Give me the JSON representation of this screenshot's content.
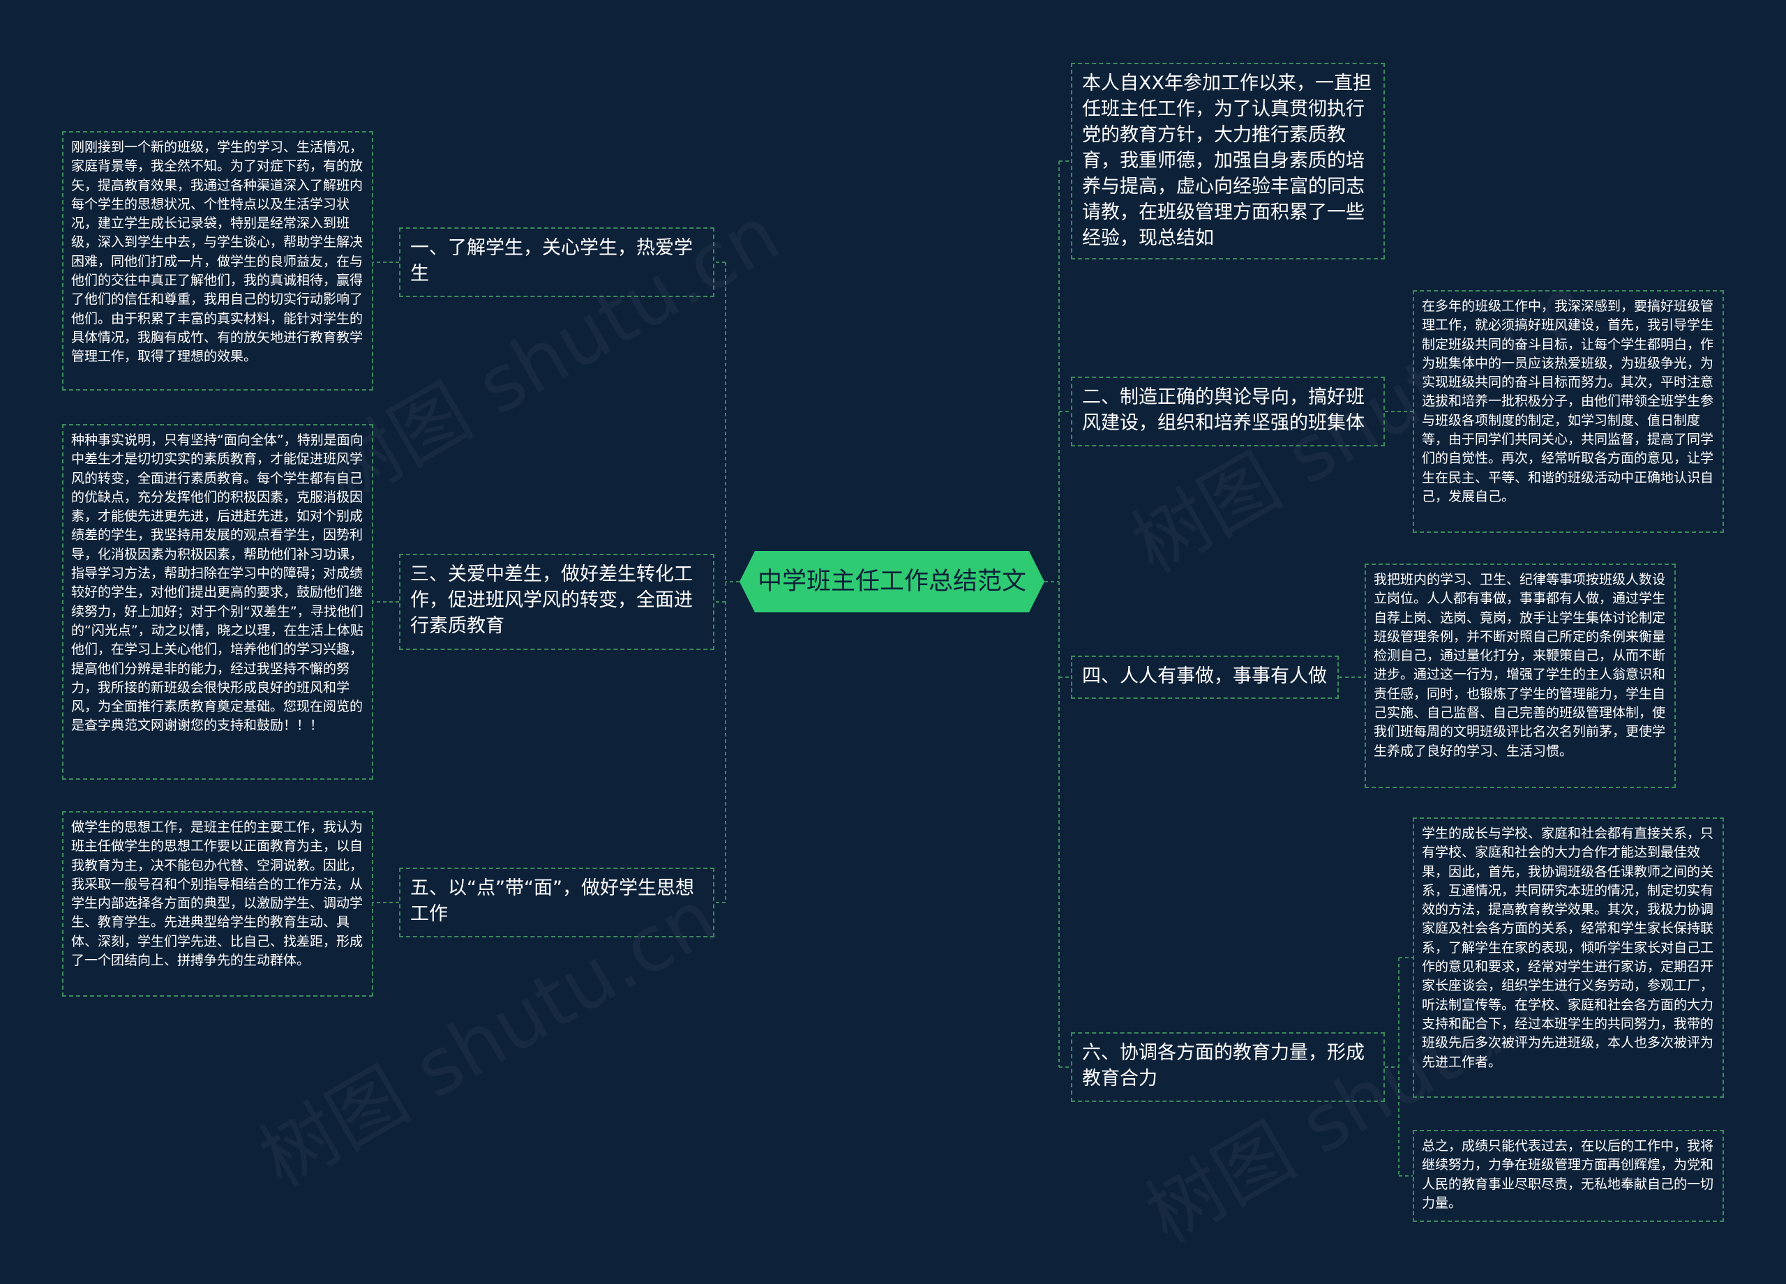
{
  "root": {
    "title": "中学班主任工作总结范文"
  },
  "branches": {
    "b1": "一、了解学生，关心学生，热爱学生",
    "b3": "三、关爱中差生，做好差生转化工作，促进班风学风的转变，全面进行素质教育",
    "b5": "五、以“点”带“面”，做好学生思想工作",
    "intro": "本人自XX年参加工作以来，一直担任班主任工作，为了认真贯彻执行党的教育方针，大力推行素质教育，我重师德，加强自身素质的培养与提高，虚心向经验丰富的同志请教，在班级管理方面积累了一些经验，现总结如",
    "b2": "二、制造正确的舆论导向，搞好班风建设，组织和培养坚强的班集体",
    "b4": "四、人人有事做，事事有人做",
    "b6": "六、协调各方面的教育力量，形成教育合力"
  },
  "leaves": {
    "l1": "刚刚接到一个新的班级，学生的学习、生活情况，家庭背景等，我全然不知。为了对症下药，有的放矢，提高教育效果，我通过各种渠道深入了解班内每个学生的思想状况、个性特点以及生活学习状况，建立学生成长记录袋，特别是经常深入到班级，深入到学生中去，与学生谈心，帮助学生解决困难，同他们打成一片，做学生的良师益友，在与他们的交往中真正了解他们，我的真诚相待，赢得了他们的信任和尊重，我用自己的切实行动影响了他们。由于积累了丰富的真实材料，能针对学生的具体情况，我胸有成竹、有的放矢地进行教育教学管理工作，取得了理想的效果。",
    "l3": "种种事实说明，只有坚持“面向全体”，特别是面向中差生才是切切实实的素质教育，才能促进班风学风的转变，全面进行素质教育。每个学生都有自己的优缺点，充分发挥他们的积极因素，克服消极因素，才能使先进更先进，后进赶先进，如对个别成绩差的学生，我坚持用发展的观点看学生，因势利导，化消极因素为积极因素，帮助他们补习功课，指导学习方法，帮助扫除在学习中的障碍；对成绩较好的学生，对他们提出更高的要求，鼓励他们继续努力，好上加好；对于个别“双差生”，寻找他们的“闪光点”，动之以情，晓之以理，在生活上体贴他们，在学习上关心他们，培养他们的学习兴趣，提高他们分辨是非的能力，经过我坚持不懈的努力，我所接的新班级会很快形成良好的班风和学风，为全面推行素质教育奠定基础。您现在阅览的是查字典范文网谢谢您的支持和鼓励！！！",
    "l5": "做学生的思想工作，是班主任的主要工作，我认为班主任做学生的思想工作要以正面教育为主，以自我教育为主，决不能包办代替、空洞说教。因此，我采取一般号召和个别指导相结合的工作方法，从学生内部选择各方面的典型，以激励学生、调动学生、教育学生。先进典型给学生的教育生动、具体、深刻，学生们学先进、比自己、找差距，形成了一个团结向上、拼搏争先的生动群体。",
    "l2": "在多年的班级工作中，我深深感到，要搞好班级管理工作，就必须搞好班风建设，首先，我引导学生制定班级共同的奋斗目标，让每个学生都明白，作为班集体中的一员应该热爱班级，为班级争光，为实现班级共同的奋斗目标而努力。其次，平时注意选拔和培养一批积极分子，由他们带领全班学生参与班级各项制度的制定，如学习制度、值日制度等，由于同学们共同关心，共同监督，提高了同学们的自觉性。再次，经常听取各方面的意见，让学生在民主、平等、和谐的班级活动中正确地认识自己，发展自己。",
    "l4": "我把班内的学习、卫生、纪律等事项按班级人数设立岗位。人人都有事做，事事都有人做，通过学生自荐上岗、选岗、竟岗，放手让学生集体讨论制定班级管理条例，并不断对照自己所定的条例来衡量检测自己，通过量化打分，来鞭策自己，从而不断进步。通过这一行为，增强了学生的主人翁意识和责任感，同时，也锻炼了学生的管理能力，学生自己实施、自己监督、自己完善的班级管理体制，使我们班每周的文明班级评比名次名列前茅，更使学生养成了良好的学习、生活习惯。",
    "l6a": "学生的成长与学校、家庭和社会都有直接关系，只有学校、家庭和社会的大力合作才能达到最佳效果，因此，首先，我协调班级各任课教师之间的关系，互通情况，共同研究本班的情况，制定切实有效的方法，提高教育教学效果。其次，我极力协调家庭及社会各方面的关系，经常和学生家长保持联系，了解学生在家的表现，倾听学生家长对自己工作的意见和要求，经常对学生进行家访，定期召开家长座谈会，组织学生进行义务劳动，参观工厂，听法制宣传等。在学校、家庭和社会各方面的大力支持和配合下，经过本班学生的共同努力，我带的班级先后多次被评为先进班级，本人也多次被评为先进工作者。",
    "l6b": "总之，成绩只能代表过去，在以后的工作中，我将继续努力，力争在班级管理方面再创辉煌，为党和人民的教育事业尽职尽责，无私地奉献自己的一切力量。"
  },
  "watermark": "树图 shutu.cn",
  "colors": {
    "background": "#0d2139",
    "root": "#2fcb73",
    "line": "#3b8a5c",
    "text": "#ffffff"
  }
}
